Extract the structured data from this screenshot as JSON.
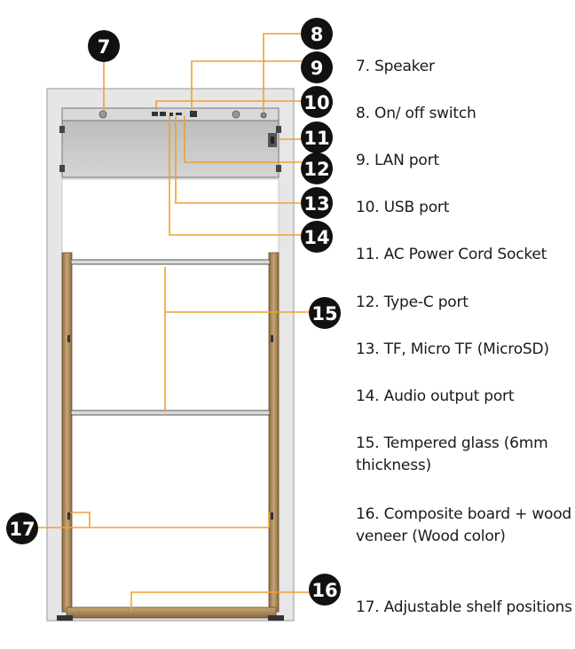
{
  "colors": {
    "callout_line": "#f0a030",
    "callout_badge": "#111111",
    "cabinet_frame": "#e5e5e5",
    "panel": "#c9c9c9",
    "wood": "#b08a5a"
  },
  "callouts": [
    "7",
    "8",
    "9",
    "10",
    "11",
    "12",
    "13",
    "14",
    "15",
    "16",
    "17"
  ],
  "legend": [
    "7. Speaker",
    "8. On/ off switch",
    "9. LAN port",
    "10. USB port",
    "11. AC Power Cord Socket",
    "12. Type-C port",
    "13. TF, Micro TF (MicroSD)",
    "14. Audio output port",
    "15. Tempered glass (6mm thickness)",
    "16. Composite board + wood veneer (Wood color)",
    "17. Adjustable shelf positions"
  ]
}
